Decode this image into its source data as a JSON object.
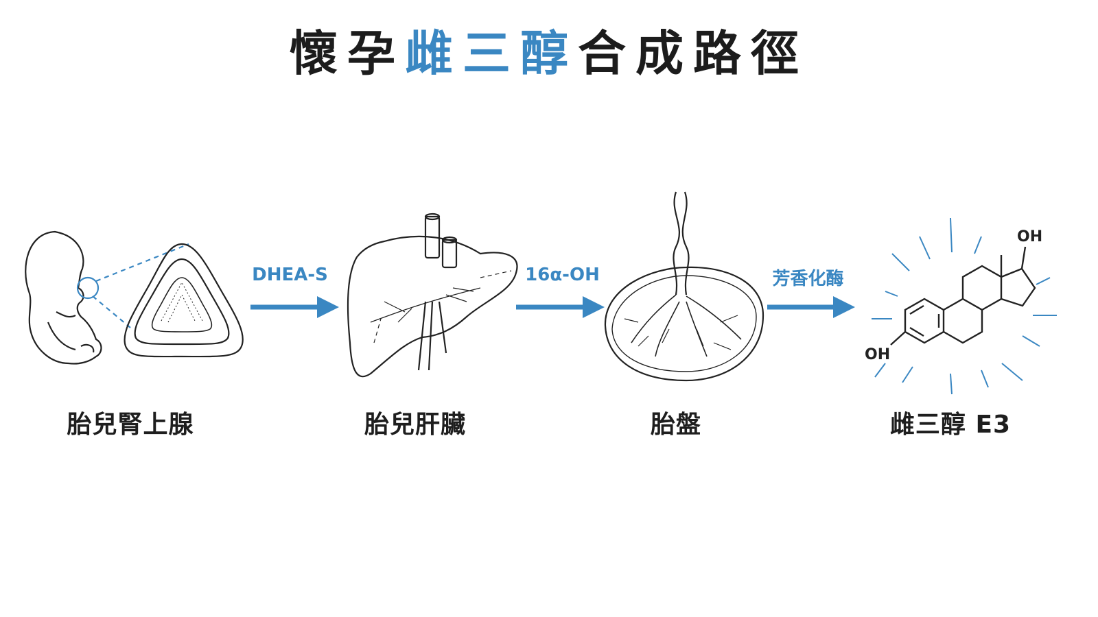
{
  "title": {
    "part1": "懷孕",
    "highlight": "雌三醇",
    "part2": "合成路徑"
  },
  "stages": [
    {
      "label": "胎兒腎上腺",
      "icon": "fetus-adrenal-icon"
    },
    {
      "label": "胎兒肝臟",
      "icon": "liver-icon"
    },
    {
      "label": "胎盤",
      "icon": "placenta-icon"
    },
    {
      "label": "雌三醇 E3",
      "icon": "estriol-molecule-icon"
    }
  ],
  "arrows": [
    {
      "label": "DHEA-S"
    },
    {
      "label": "16α-OH"
    },
    {
      "label": "芳香化酶"
    }
  ],
  "molecule": {
    "oh_top": "OH",
    "oh_left": "OH"
  },
  "colors": {
    "accent": "#3a87c2",
    "ink": "#1c1c1c"
  }
}
